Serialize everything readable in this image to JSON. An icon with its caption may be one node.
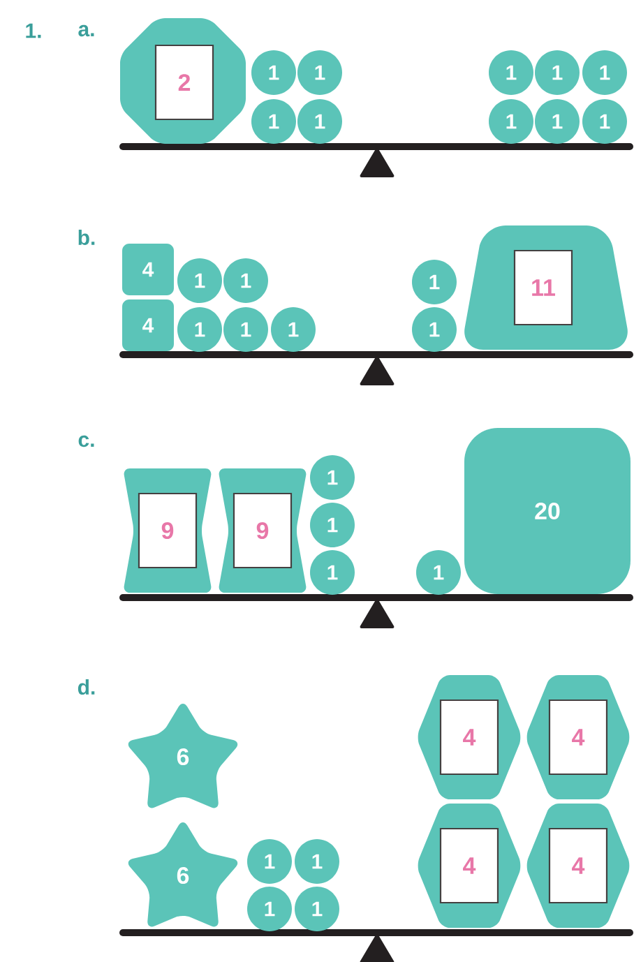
{
  "diagram": {
    "nodes": [
      {
        "text": [],
        "shape": "octagon"
      },
      {
        "text": [
          "2"
        ],
        "in": 0
      },
      {
        "text": [
          "1"
        ]
      },
      {
        "text": [
          "1"
        ]
      },
      {
        "text": [
          "1"
        ]
      },
      {
        "text": [
          "1"
        ]
      },
      {
        "text": [
          "1"
        ]
      },
      {
        "text": [
          "1"
        ]
      },
      {
        "text": [
          "1"
        ]
      },
      {
        "text": [
          "1"
        ]
      },
      {
        "text": [
          "1"
        ]
      },
      {
        "text": [
          "1"
        ]
      },
      {
        "text": [
          "4"
        ]
      },
      {
        "text": [
          "1"
        ]
      },
      {
        "text": [
          "1"
        ]
      },
      {
        "text": [
          "4"
        ]
      },
      {
        "text": [
          "1"
        ]
      },
      {
        "text": [
          "1"
        ]
      },
      {
        "text": [
          "1"
        ]
      },
      {
        "text": [
          "1"
        ]
      },
      {
        "text": [
          "1"
        ]
      },
      {
        "text": [],
        "shape": "trapezoid"
      },
      {
        "text": [
          "11"
        ],
        "in": 21
      },
      {
        "text": [],
        "shape": "hourglass"
      },
      {
        "text": [
          "9"
        ],
        "in": 23
      },
      {
        "text": [],
        "shape": "hourglass"
      },
      {
        "text": [
          "9"
        ],
        "in": 25
      },
      {
        "text": [
          "1"
        ]
      },
      {
        "text": [
          "1"
        ]
      },
      {
        "text": [
          "1"
        ]
      },
      {
        "text": [
          "1"
        ]
      },
      {
        "text": [
          "20"
        ]
      },
      {
        "text": [
          "6"
        ]
      },
      {
        "text": [],
        "shape": "hexagon"
      },
      {
        "text": [
          "4"
        ],
        "in": 33
      },
      {
        "text": [],
        "shape": "hexagon"
      },
      {
        "text": [
          "4"
        ],
        "in": 35
      },
      {
        "text": [
          "6"
        ]
      },
      {
        "text": [
          "1"
        ]
      },
      {
        "text": [
          "1"
        ]
      },
      {
        "text": [
          "1"
        ]
      },
      {
        "text": [
          "1"
        ]
      },
      {
        "text": [],
        "shape": "hexagon"
      },
      {
        "text": [
          "4"
        ],
        "in": 42
      },
      {
        "text": [],
        "shape": "hexagon"
      },
      {
        "text": [
          "4"
        ],
        "in": 44
      }
    ],
    "labels": [
      "1.",
      "a.",
      "b.",
      "c.",
      "d."
    ]
  }
}
